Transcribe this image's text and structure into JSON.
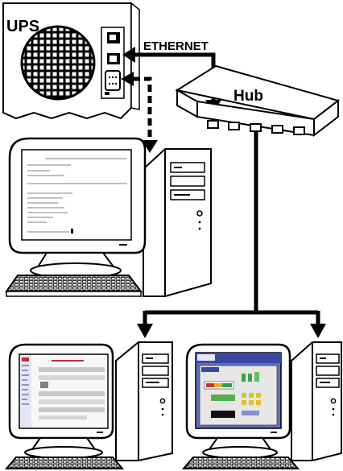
{
  "labels": {
    "ups": "UPS",
    "ethernet": "ETHERNET",
    "hub": "Hub"
  },
  "icons": [
    "ups-unit-icon",
    "network-hub-icon",
    "terminal-pc-icon",
    "web-browser-pc-icon",
    "ups-monitor-app-pc-icon"
  ],
  "hub": {
    "port_count": 5
  }
}
